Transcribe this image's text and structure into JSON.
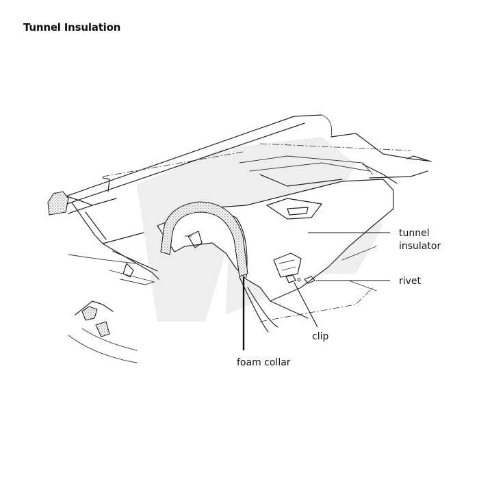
{
  "title": "Tunnel Insulation",
  "labels": {
    "tunnel_insulator_line1": "tunnel",
    "tunnel_insulator_line2": "insulator",
    "rivet": "rivet",
    "clip": "clip",
    "foam_collar": "foam collar"
  },
  "colors": {
    "line": "#222222",
    "watermark": "#eeeeee",
    "foam_dot": "#555555"
  }
}
